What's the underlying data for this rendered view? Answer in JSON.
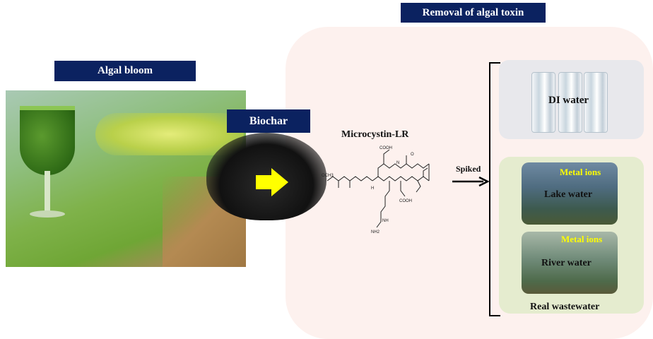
{
  "labels": {
    "removal_title": "Removal of algal toxin",
    "algal_bloom": "Algal bloom",
    "biochar": "Biochar",
    "microcystin": "Microcystin-LR",
    "spiked": "Spiked",
    "di_water": "DI water",
    "metal_ions_1": "Metal ions",
    "lake_water": "Lake water",
    "metal_ions_2": "Metal ions",
    "river_water": "River water",
    "real_wastewater": "Real wastewater"
  },
  "chem_atoms": {
    "cooh_top": "COOH",
    "cooh_bottom": "COOH",
    "och3": "OCH3",
    "nh": "NH",
    "nh2": "NH2",
    "n": "N",
    "h": "H",
    "o": "O"
  },
  "colors": {
    "label_bg": "#0b2260",
    "label_text": "#ffffff",
    "metal_ions": "#ffff00",
    "arrow_yellow": "#ffff00",
    "panel_bg": "#fdf1ee"
  },
  "icons": {
    "arrow": "right-arrow-icon",
    "bracket": "left-bracket"
  }
}
